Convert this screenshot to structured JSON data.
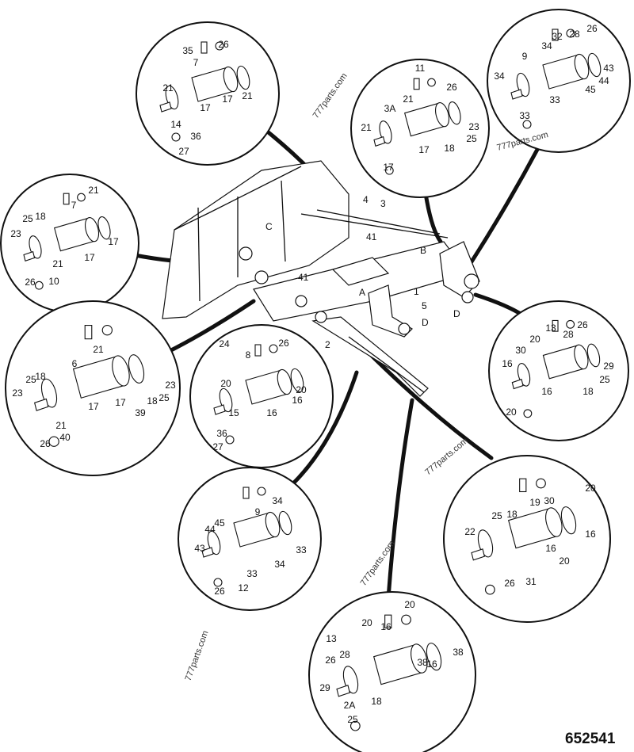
{
  "drawing_number": "652541",
  "watermark": "777parts.com",
  "assembly_letters": [
    "A",
    "B",
    "C",
    "D"
  ],
  "callouts": [
    {
      "id": "top-left",
      "labels": [
        "35",
        "26",
        "7",
        "21",
        "17",
        "21",
        "17",
        "14",
        "36",
        "27"
      ]
    },
    {
      "id": "top-middle",
      "labels": [
        "11",
        "26",
        "21",
        "3A",
        "23",
        "21",
        "17",
        "18",
        "25",
        "17"
      ]
    },
    {
      "id": "top-right",
      "labels": [
        "26",
        "32",
        "28",
        "9",
        "34",
        "43",
        "34",
        "44",
        "45",
        "33",
        "33"
      ]
    },
    {
      "id": "left-upper",
      "labels": [
        "21",
        "7",
        "25",
        "18",
        "23",
        "17",
        "17",
        "21",
        "26",
        "10"
      ]
    },
    {
      "id": "left-lower",
      "labels": [
        "21",
        "6",
        "25",
        "18",
        "23",
        "23",
        "25",
        "18",
        "17",
        "39",
        "17",
        "21",
        "26",
        "40"
      ]
    },
    {
      "id": "center",
      "labels": [
        "24",
        "26",
        "8",
        "20",
        "20",
        "16",
        "15",
        "16",
        "36",
        "27"
      ]
    },
    {
      "id": "right-middle",
      "labels": [
        "13",
        "26",
        "20",
        "28",
        "30",
        "16",
        "29",
        "16",
        "18",
        "25",
        "20"
      ]
    },
    {
      "id": "bottom-left-middle",
      "labels": [
        "34",
        "9",
        "44",
        "45",
        "43",
        "33",
        "34",
        "33",
        "26",
        "12"
      ]
    },
    {
      "id": "bottom-right",
      "labels": [
        "20",
        "19",
        "30",
        "25",
        "18",
        "22",
        "16",
        "16",
        "20",
        "26",
        "31"
      ]
    },
    {
      "id": "bottom-center",
      "labels": [
        "20",
        "20",
        "16",
        "13",
        "28",
        "26",
        "2A",
        "16",
        "38",
        "29",
        "18",
        "25",
        "38"
      ]
    }
  ],
  "frame_labels": [
    "C",
    "4",
    "3",
    "41",
    "41",
    "B",
    "1",
    "A",
    "5",
    "2",
    "D"
  ]
}
